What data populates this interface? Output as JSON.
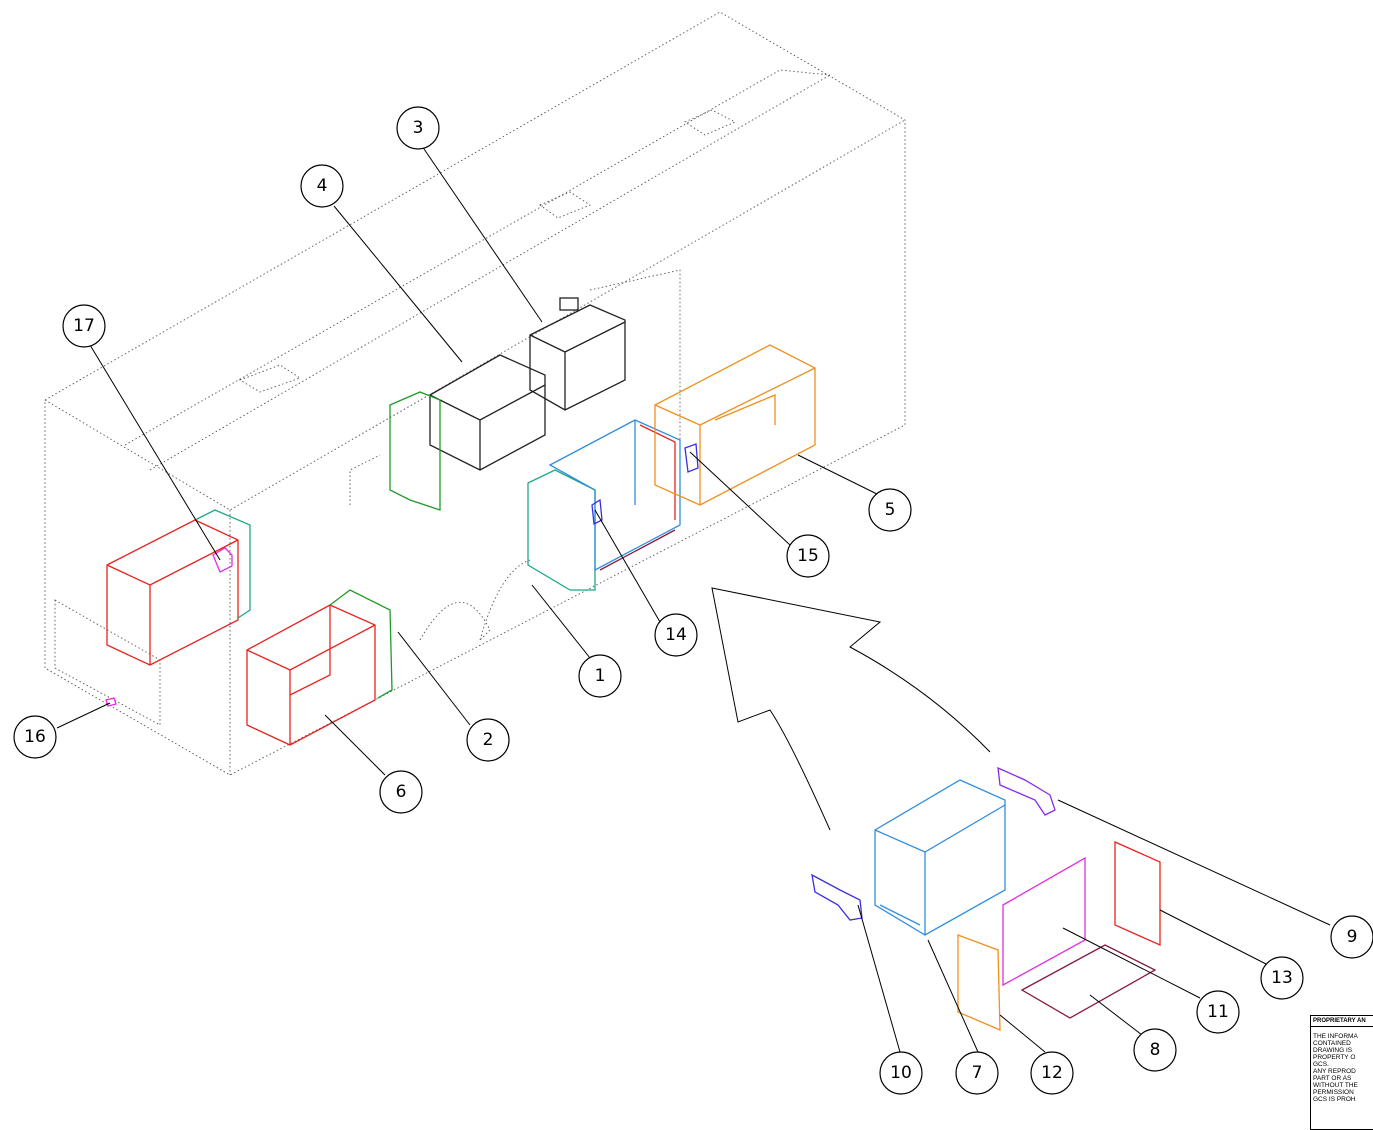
{
  "drawing": {
    "balloons": [
      {
        "id": "1",
        "label": "1"
      },
      {
        "id": "2",
        "label": "2"
      },
      {
        "id": "3",
        "label": "3"
      },
      {
        "id": "4",
        "label": "4"
      },
      {
        "id": "5",
        "label": "5"
      },
      {
        "id": "6",
        "label": "6"
      },
      {
        "id": "7",
        "label": "7"
      },
      {
        "id": "8",
        "label": "8"
      },
      {
        "id": "9",
        "label": "9"
      },
      {
        "id": "10",
        "label": "10"
      },
      {
        "id": "11",
        "label": "11"
      },
      {
        "id": "12",
        "label": "12"
      },
      {
        "id": "13",
        "label": "13"
      },
      {
        "id": "14",
        "label": "14"
      },
      {
        "id": "15",
        "label": "15"
      },
      {
        "id": "16",
        "label": "16"
      },
      {
        "id": "17",
        "label": "17"
      }
    ],
    "part_colors": {
      "red": "#e8231f",
      "green": "#1f9a2a",
      "teal": "#1fa88a",
      "blue": "#2f8ee0",
      "orange": "#f0901e",
      "magenta": "#e22ee0",
      "purple": "#8a2be2",
      "dark_blue": "#3a2ee0",
      "maroon": "#8a1a3a",
      "black": "#222222"
    }
  },
  "notice": {
    "header": "PROPRIETARY AN",
    "body": "THE INFORMA\nCONTAINED\nDRAWING IS\nPROPERTY O\nGCS.\nANY REPROD\nPART OR AS\nWITHOUT THE\nPERMISSION\nGCS IS PROH"
  }
}
